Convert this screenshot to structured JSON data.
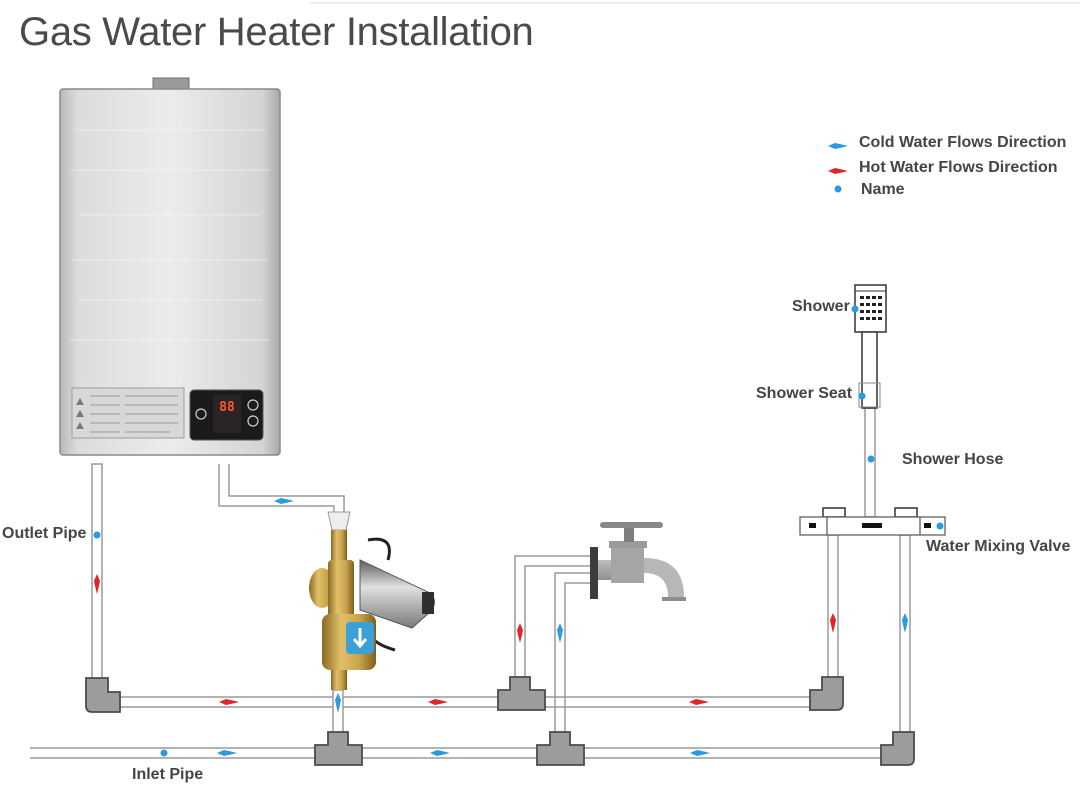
{
  "title": "Gas Water Heater Installation",
  "legend": {
    "cold": "Cold Water Flows Direction",
    "hot": "Hot Water Flows Direction",
    "name": "Name"
  },
  "labels": {
    "outlet_pipe": "Outlet Pipe",
    "inlet_pipe": "Inlet Pipe",
    "shower": "Shower",
    "shower_seat": "Shower Seat",
    "shower_hose": "Shower Hose",
    "water_mixing_valve": "Water Mixing Valve"
  },
  "heater_display": "88",
  "colors": {
    "cold": "#2a9be0",
    "hot": "#e0262b",
    "pipe": "#9a9a9a",
    "fitting": "#9c9c9c",
    "fitting_border": "#4b4b4b",
    "text": "#454545",
    "brass": "#c9a24a",
    "pump_badge": "#3aa0d6"
  }
}
